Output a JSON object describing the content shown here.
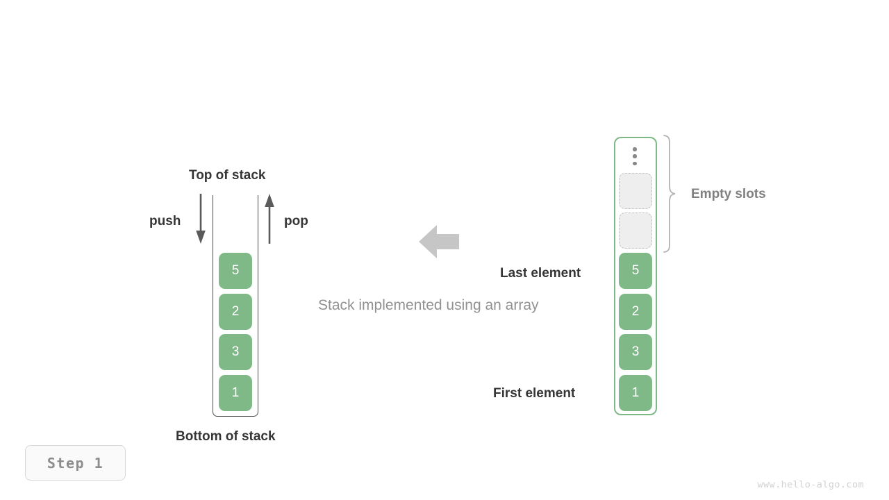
{
  "diagram": {
    "caption": "Stack implemented using an array",
    "left": {
      "title_top": "Top of stack",
      "title_bottom": "Bottom of stack",
      "push_label": "push",
      "pop_label": "pop",
      "cells": [
        {
          "value": "5"
        },
        {
          "value": "2"
        },
        {
          "value": "3"
        },
        {
          "value": "1"
        }
      ]
    },
    "right": {
      "empty_slots_label": "Empty slots",
      "last_element_label": "Last element",
      "first_element_label": "First element",
      "ellipsis_glyph": "vertical-ellipsis",
      "empty_cells": [
        {
          "value": ""
        },
        {
          "value": ""
        }
      ],
      "filled_cells": [
        {
          "value": "5"
        },
        {
          "value": "2"
        },
        {
          "value": "3"
        },
        {
          "value": "1"
        }
      ]
    },
    "transform_arrow": "left-arrow-icon"
  },
  "footer": {
    "step_label": "Step 1",
    "watermark": "www.hello-algo.com"
  },
  "colors": {
    "cell_green": "#80b988",
    "container_green": "#7db887",
    "empty_fill": "#eeeeee",
    "empty_border": "#c3c3c3",
    "text_dark": "#353535",
    "text_gray": "#919191",
    "arrow_gray": "#5a5a5a",
    "big_arrow_gray": "#c6c6c6"
  }
}
